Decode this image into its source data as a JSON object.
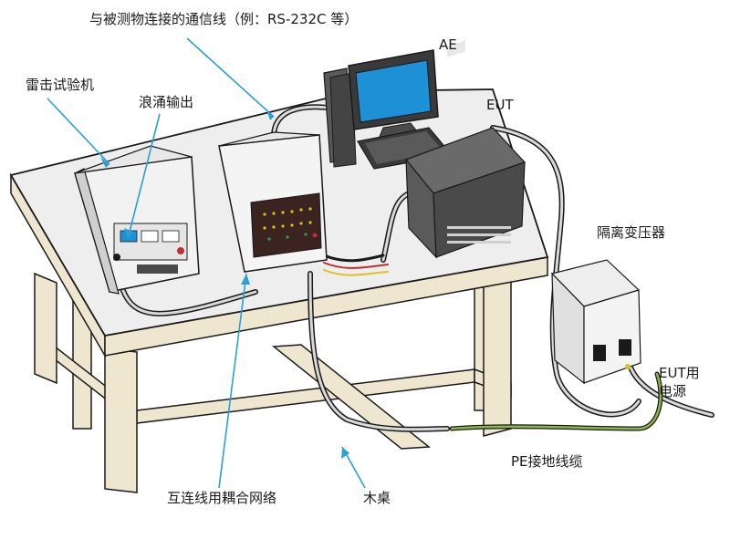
{
  "labels": {
    "interconnect_line": "与被测物连接的通信线（例：RS-232C 等）",
    "ae": "AE",
    "lightning_tester": "雷击试验机",
    "surge_output": "浪涌输出",
    "eut": "EUT",
    "isolation_transformer": "隔离变压器",
    "eut_power_line1": "EUT用",
    "eut_power_line2": "电源",
    "pe_ground_cable": "PE接地线缆",
    "coupling_network": "互连线用耦合网络",
    "wooden_table": "木桌"
  },
  "colors": {
    "table_top": "#eeeeee",
    "table_leg": "#efe6cf",
    "outline": "#1a1a1a",
    "leader": "#2a9fd8",
    "screen": "#1e90d6",
    "dark_panel": "#3b2420",
    "ground_wire": "#8cb84a",
    "equipment_body": "#f2f2f2",
    "equipment_dark": "#4a4a4a"
  }
}
